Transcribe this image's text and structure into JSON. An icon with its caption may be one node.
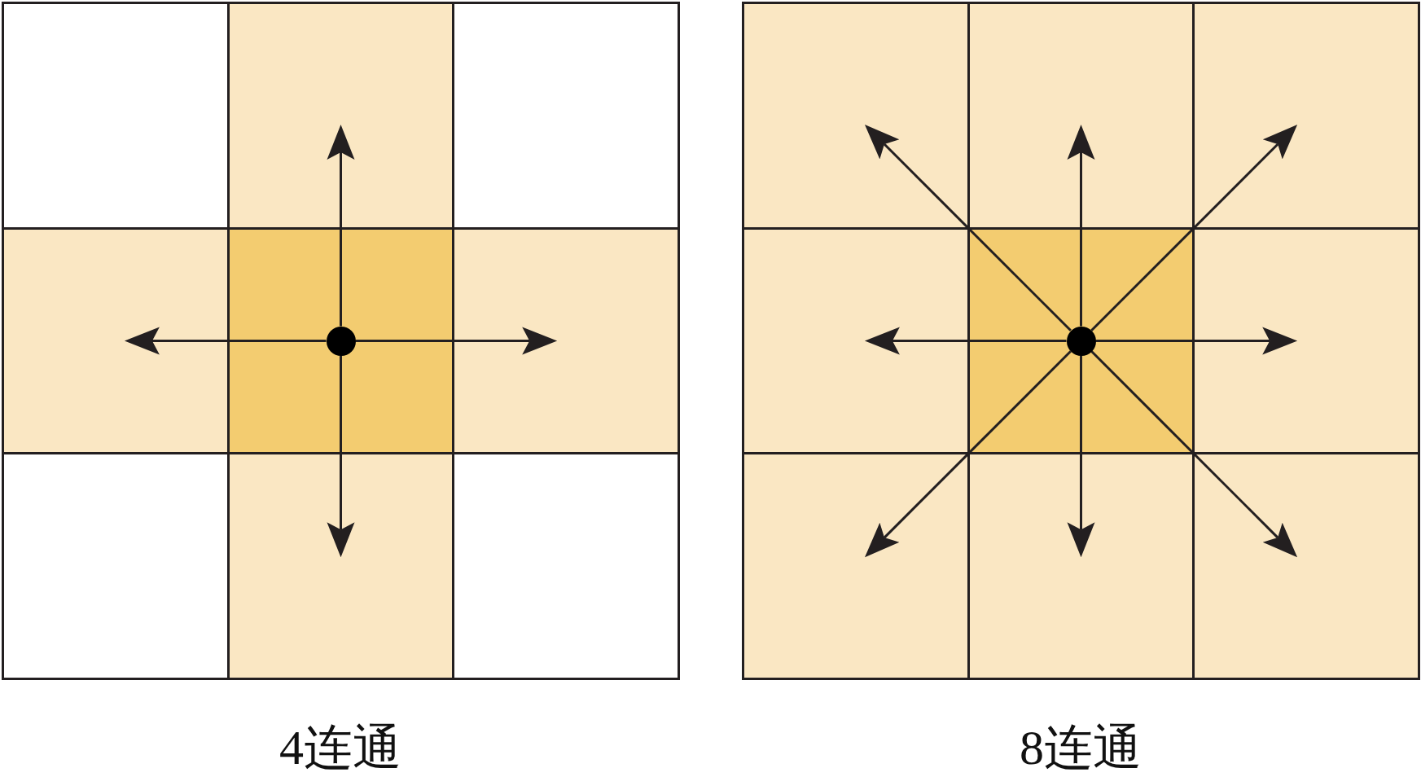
{
  "diagram": {
    "nodes": [
      {
        "text": [],
        "shape": "box"
      },
      {
        "text": [],
        "shape": "box"
      },
      {
        "text": [],
        "shape": "box"
      },
      {
        "text": [],
        "shape": "box"
      },
      {
        "text": [],
        "shape": "box"
      },
      {
        "text": [],
        "shape": "box"
      },
      {
        "text": [],
        "shape": "box"
      },
      {
        "text": [],
        "shape": "box"
      },
      {
        "text": [],
        "shape": "box"
      },
      {
        "text": [],
        "shape": "circle",
        "in": 4
      },
      {
        "text": [],
        "shape": "box"
      },
      {
        "text": [],
        "shape": "box"
      },
      {
        "text": [],
        "shape": "box"
      },
      {
        "text": [],
        "shape": "box"
      },
      {
        "text": [],
        "shape": "box"
      },
      {
        "text": [],
        "shape": "box"
      },
      {
        "text": [],
        "shape": "box"
      },
      {
        "text": [],
        "shape": "box"
      },
      {
        "text": [],
        "shape": "box"
      },
      {
        "text": [],
        "shape": "circle",
        "in": 14
      }
    ],
    "edges": [
      {
        "from": 9,
        "to": 1,
        "arrow": "to"
      },
      {
        "from": 9,
        "to": 3,
        "arrow": "to"
      },
      {
        "from": 9,
        "to": 5,
        "arrow": "to"
      },
      {
        "from": 9,
        "to": 7,
        "arrow": "to"
      },
      {
        "from": 19,
        "to": 10,
        "arrow": "to"
      },
      {
        "from": 19,
        "to": 11,
        "arrow": "to"
      },
      {
        "from": 19,
        "to": 12,
        "arrow": "to"
      },
      {
        "from": 19,
        "to": 13,
        "arrow": "to"
      },
      {
        "from": 19,
        "to": 15,
        "arrow": "to"
      },
      {
        "from": 19,
        "to": 16,
        "arrow": "to"
      },
      {
        "from": 19,
        "to": 17,
        "arrow": "to"
      },
      {
        "from": 19,
        "to": 18,
        "arrow": "to"
      }
    ],
    "labels": [
      "4连通",
      "8连通"
    ]
  }
}
